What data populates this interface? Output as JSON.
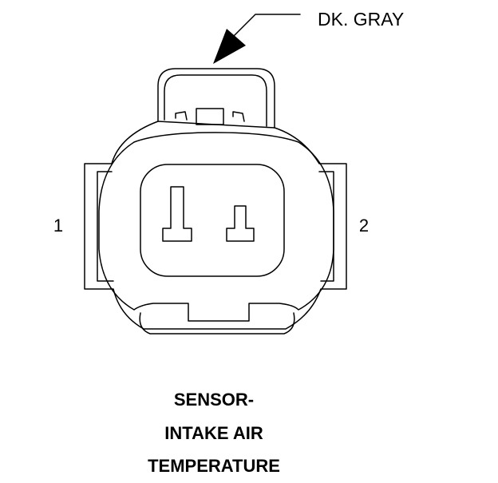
{
  "diagram": {
    "wire_color_label": "DK. GRAY",
    "pin_labels": [
      "1",
      "2"
    ],
    "title_lines": [
      "SENSOR-",
      "INTAKE AIR",
      "TEMPERATURE"
    ],
    "line_color": "#000000",
    "background_color": "#ffffff"
  }
}
